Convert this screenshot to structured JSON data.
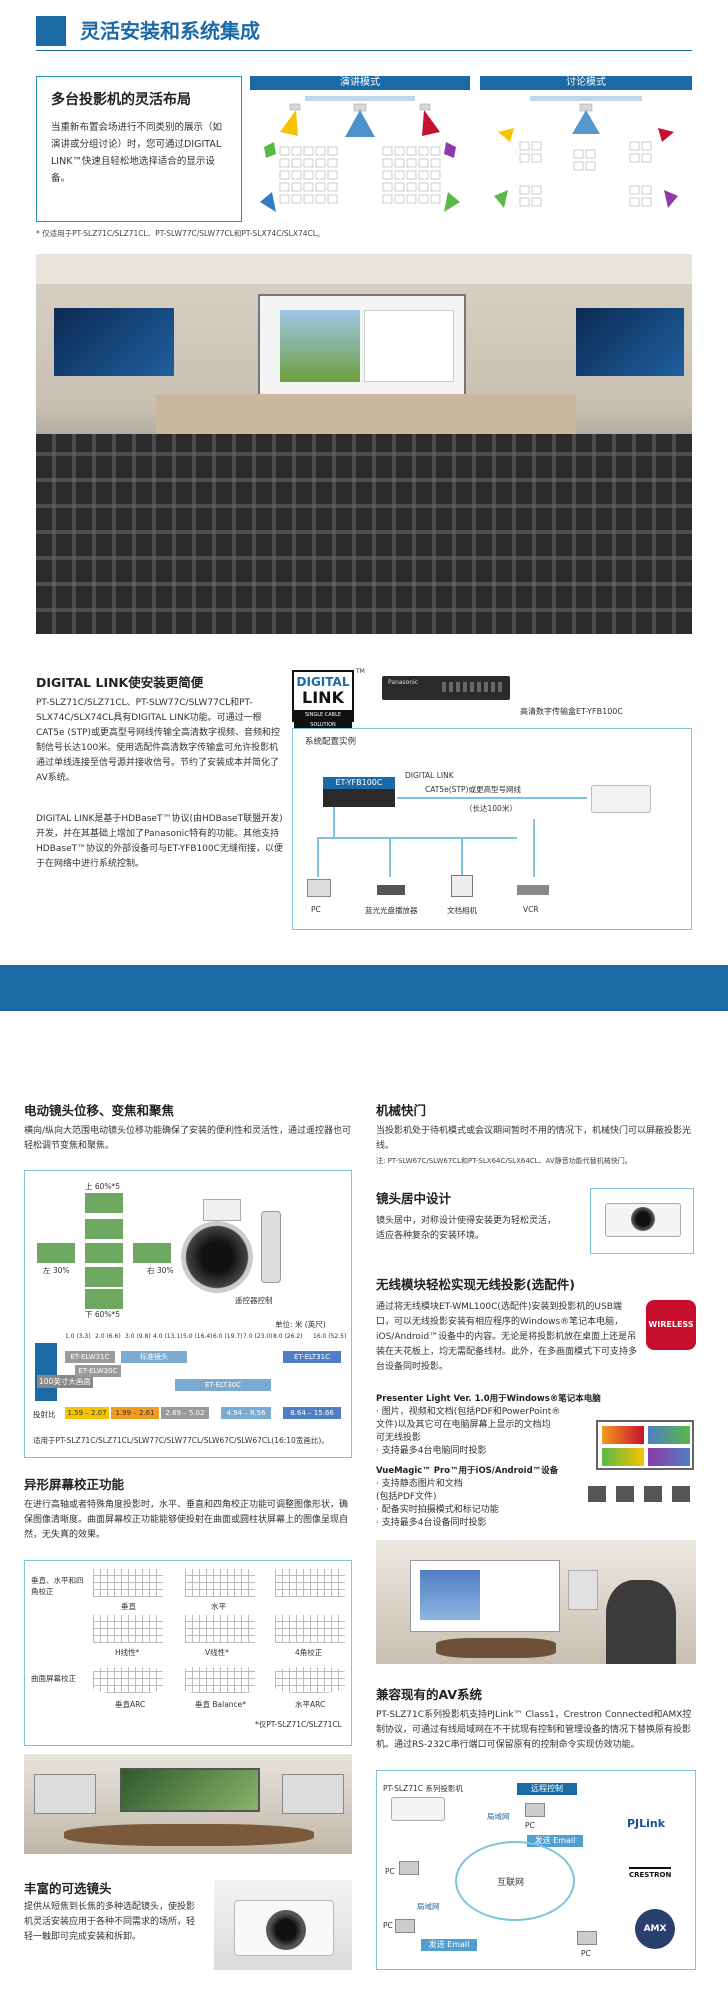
{
  "header": {
    "title": "灵活安装和系统集成"
  },
  "layout_box": {
    "title": "多台投影机的灵活布局",
    "text": "当重新布置会场进行不同类别的展示（如演讲或分组讨论）时，您可通过DIGITAL LINK™快速且轻松地选择适合的显示设备。"
  },
  "tabs": {
    "lecture": "演讲模式",
    "discussion": "讨论模式"
  },
  "footnote1": "* 仅适用于PT-SLZ71C/SLZ71CL、PT-SLW77C/SLW77CL和PT-SLX74C/SLX74CL。",
  "digital_link": {
    "title": "DIGITAL LINK使安装更简便",
    "p1": "PT-SLZ71C/SLZ71CL、PT-SLW77C/SLW77CL和PT-SLX74C/SLX74CL具有DIGITAL LINK功能。可通过一根CAT5e (STP)或更高型号网线传输全高清数字视频、音频和控制信号长达100米。使用选配件高清数字传输盒可允许投影机通过单线连接至信号源并接收信号。节约了安装成本并简化了AV系统。",
    "p2": "DIGITAL LINK是基于HDBaseT™协议(由HDBaseT联盟开发)开发，并在其基础上增加了Panasonic特有的功能。其他支持HDBaseT™协议的外部设备可与ET-YFB100C无缝衔接，以便于在网络中进行系统控制。",
    "logo_top": "DIGITAL",
    "logo_bottom": "LINK",
    "logo_tm": "TM",
    "logo_sub": "SINGLE CABLE SOLUTION",
    "box_caption": "高清数字传输盒ET-YFB100C",
    "brand": "Panasonic",
    "config_title": "系统配置实例",
    "device": "ET-YFB100C",
    "link_label": "DIGITAL LINK",
    "cable": "CAT5e(STP)或更高型号网线",
    "distance": "（长达100米）",
    "sources": [
      "PC",
      "蓝光光盘播放器",
      "文档相机",
      "VCR"
    ]
  },
  "lens_shift": {
    "title": "电动镜头位移、变焦和聚焦",
    "text": "横向/纵向大范围电动镜头位移功能确保了安装的便利性和灵活性，通过遥控器也可轻松调节变焦和聚焦。",
    "up": "上 60%*5",
    "down": "下 60%*5",
    "left": "左 30%",
    "right": "右 30%",
    "remote": "遥控器控制",
    "unit": "单位: 米 (英尺)",
    "scale": [
      "1.0 (3.3)",
      "2.0 (6.6)",
      "3.0 (9.8)",
      "4.0 (13.1)",
      "5.0 (16.4)",
      "6.0 (19.7)",
      "7.0 (23.0)",
      "8.0 (26.2)",
      "16.0 (52.5)"
    ],
    "screen": "100英寸大画面",
    "lenses": [
      "ET-ELW31C",
      "ET-ELW30C",
      "标准镜头",
      "ET-ELT30C",
      "ET-ELT31C"
    ],
    "ratio_label": "投射比",
    "ratios": [
      "1.59 – 2.07",
      "1.99 – 2.61",
      "2.69 – 5.02",
      "4.94 – 8.56",
      "8.64 – 15.66"
    ],
    "note": "适用于PT-SLZ71C/SLZ71CL/SLW77C/SLW77CL/SLW67C/SLW67CL(16:10宽画比)。"
  },
  "keystone": {
    "title": "异形屏幕校正功能",
    "text": "在进行高轴或者特殊角度投影时，水平、垂直和四角校正功能可调整图像形状，确保图像清晰度。曲面屏幕校正功能能够使投射在曲面或圆柱状屏幕上的图像呈现自然，无失真的效果。",
    "group1": "垂直、水平和四角校正",
    "items1": [
      "垂直",
      "水平",
      "H线性*",
      "V线性*",
      "4角校正"
    ],
    "group2": "曲面屏幕校正",
    "items2": [
      "垂直ARC",
      "垂直 Balance*",
      "水平ARC"
    ],
    "note": "*仅PT-SLZ71C/SLZ71CL"
  },
  "lens": {
    "title": "丰富的可选镜头",
    "text": "提供从短焦到长焦的多种选配镜头，使投影机灵活安装应用于各种不同需求的场所，轻轻一触即可完成安装和拆卸。"
  },
  "shutter": {
    "title": "机械快门",
    "text": "当投影机处于待机模式或会议期间暂时不用的情况下，机械快门可以屏蔽投影光线。",
    "note": "注: PT-SLW67C/SLW67CL和PT-SLX64C/SLX64CL、AV静音功能代替机械快门。"
  },
  "center_lens": {
    "title": "镜头居中设计",
    "text": "镜头居中，对称设计使得安装更为轻松灵活，适应各种复杂的安装环境。"
  },
  "wireless": {
    "title": "无线模块轻松实现无线投影(选配件)",
    "text": "通过将无线模块ET-WML100C(选配件)安装到投影机的USB端口，可以无线投影安装有相应程序的Windows®笔记本电脑，iOS/Android™设备中的内容。无论是将投影机放在桌面上还是吊装在天花板上，均无需配备线材。此外，在多画面模式下可支持多台设备同时投影。",
    "badge": "WIRELESS",
    "h1": "Presenter Light Ver. 1.0用于Windows®笔记本电脑",
    "list1": [
      "· 图片，视频和文档(包括PDF和PowerPoint®",
      "  文件)以及其它可在电脑屏幕上显示的文档均",
      "  可无线投影",
      "· 支持最多4台电脑同时投影"
    ],
    "h2": "VueMagic™ Pro™用于iOS/Android™设备",
    "list2": [
      "· 支持静态图片和文档",
      "  (包括PDF文件)",
      "· 配备实时拍摄模式和标记功能",
      "· 支持最多4台设备同时投影"
    ]
  },
  "av": {
    "title": "兼容现有的AV系统",
    "text": "PT-SLZ71C系列投影机支持PJLink™ Class1，Crestron Connected和AMX控制协议，可通过有线局域网在不干扰现有控制和管理设备的情况下替换原有投影机。通过RS-232C串行端口可保留原有的控制命令实现仿效功能。",
    "diagram": {
      "projector": "PT-SLZ71C 系列投影机",
      "remote": "远程控制",
      "lan": "局域网",
      "internet": "互联网",
      "email": "发送 Email",
      "pc": "PC",
      "logos": [
        "PJLink",
        "CRESTRON",
        "AMX"
      ]
    }
  },
  "colors": {
    "accent": "#1b6aa5",
    "light": "#7fc3df",
    "yellow": "#f5c400",
    "red": "#c8102e"
  }
}
